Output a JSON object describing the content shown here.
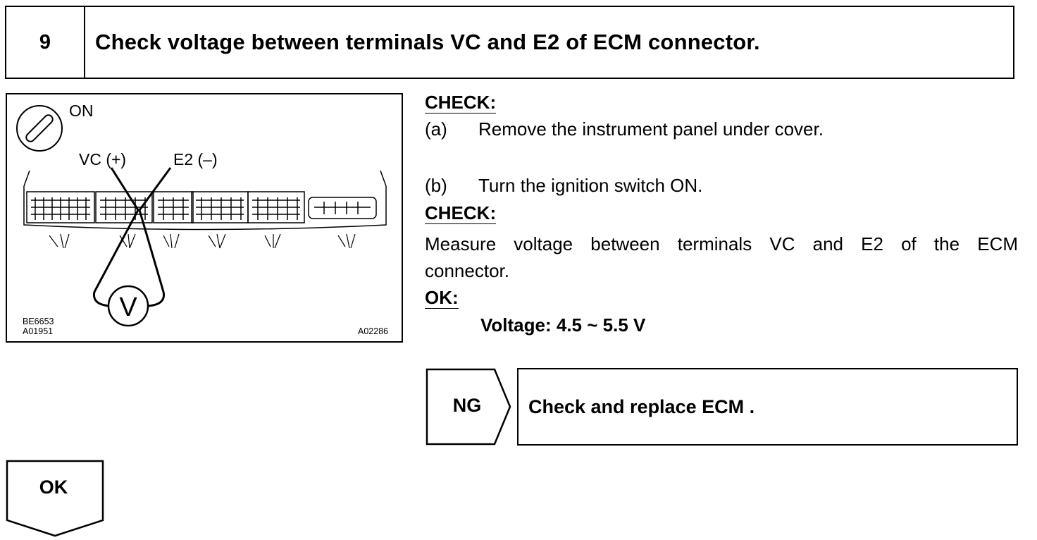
{
  "header": {
    "step_number": "9",
    "title": "Check voltage between terminals VC and E2 of ECM connector."
  },
  "figure": {
    "switch_label": "ON",
    "vc_label": "VC (+)",
    "e2_label": "E2 (–)",
    "meter_label": "V",
    "code_1": "BE6653",
    "code_2": "A01951",
    "code_3": "A02286"
  },
  "procedure": {
    "check_heading_1": "CHECK:",
    "step_a_tag": "(a)",
    "step_a_text": "Remove the instrument panel under cover.",
    "step_b_tag": "(b)",
    "step_b_text": "Turn the ignition switch ON.",
    "check_heading_2": "CHECK:",
    "measure_text_1": "Measure voltage between terminals VC and E2 of the ECM",
    "measure_text_2": "connector.",
    "ok_heading": "OK:",
    "voltage_spec": "Voltage: 4.5 ~ 5.5 V"
  },
  "result_ng": {
    "label": "NG",
    "action": "Check and replace ECM ."
  },
  "result_ok": {
    "label": "OK"
  }
}
